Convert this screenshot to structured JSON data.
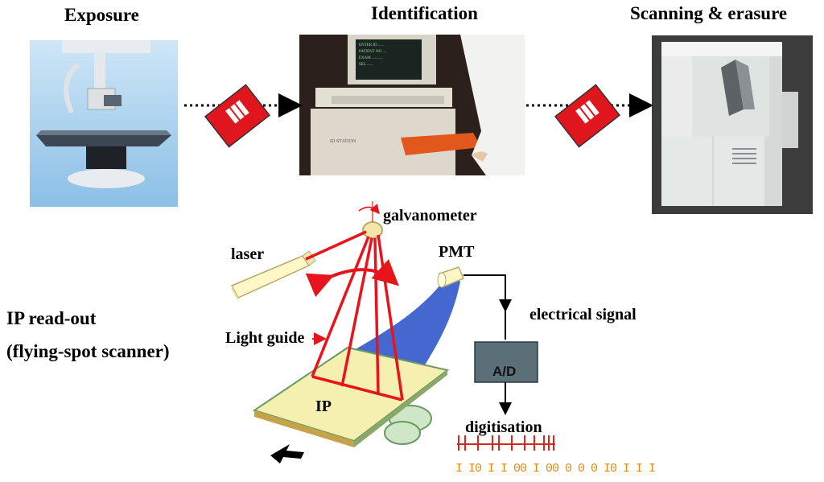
{
  "stages": {
    "exposure": "Exposure",
    "identification": "Identification",
    "scanning": "Scanning & erasure"
  },
  "readout": {
    "title_line1": "IP read-out",
    "title_line2": "(flying-spot scanner)"
  },
  "parts": {
    "galvanometer": "galvanometer",
    "laser": "laser",
    "pmt": "PMT",
    "electrical_signal": "electrical signal",
    "light_guide": "Light guide",
    "ad": "A/D",
    "ip": "IP",
    "digitisation": "digitisation",
    "binary": "I I0 I I 00 I 00 0 0 0 I0 I I I",
    "station_label": "ID STATION"
  },
  "colors": {
    "laser_beam": "#e8141c",
    "light_guide": "#3a5fcd",
    "plate": "#f5f0b0",
    "cassette": "#e0161e",
    "ad_box": "#5a6f78",
    "pulses": "#d9261c",
    "binary": "#e08a10"
  }
}
